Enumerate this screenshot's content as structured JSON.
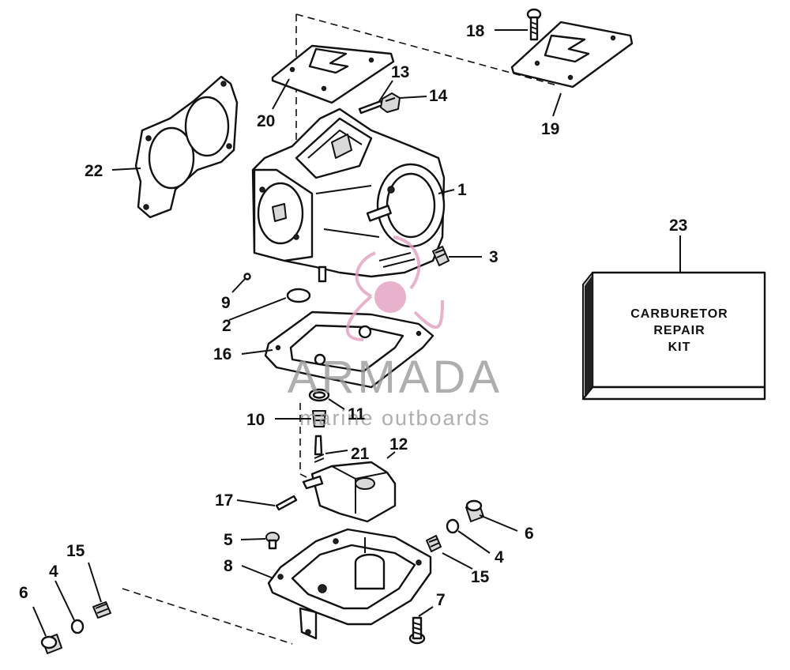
{
  "callouts": {
    "c1": "1",
    "c2": "2",
    "c3": "3",
    "c4a": "4",
    "c4b": "4",
    "c5": "5",
    "c6a": "6",
    "c6b": "6",
    "c7": "7",
    "c8": "8",
    "c9": "9",
    "c10": "10",
    "c11": "11",
    "c12": "12",
    "c13": "13",
    "c14": "14",
    "c15a": "15",
    "c15b": "15",
    "c16": "16",
    "c17": "17",
    "c18": "18",
    "c19": "19",
    "c20": "20",
    "c21": "21",
    "c22": "22",
    "c23": "23"
  },
  "kit": {
    "line1": "CARBURETOR",
    "line2": "REPAIR",
    "line3": "KIT"
  },
  "watermark": {
    "name": "ARMADA",
    "tagline": "marine outboards",
    "color_primary": "#e3a0c0",
    "color_text": "#9a9a9a"
  }
}
